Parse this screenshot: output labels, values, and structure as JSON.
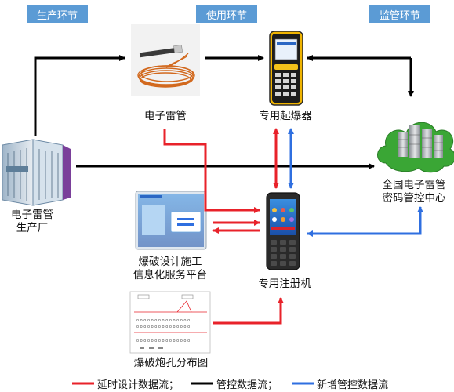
{
  "sections": {
    "production": "生产环节",
    "usage": "使用环节",
    "supervision": "监管环节"
  },
  "nodes": {
    "factory": {
      "line1": "电子雷管",
      "line2": "生产厂"
    },
    "detonator": {
      "label": "电子雷管"
    },
    "exploder": {
      "label": "专用起爆器"
    },
    "center": {
      "line1": "全国电子雷管",
      "line2": "密码管控中心"
    },
    "platform": {
      "line1": "爆破设计施工",
      "line2": "信息化服务平台"
    },
    "registrar": {
      "label": "专用注册机"
    },
    "holemap": {
      "label": "爆破炮孔分布图"
    }
  },
  "legend": {
    "red": "延时设计数据流；",
    "black": "管控数据流；",
    "blue": "新增管控数据流"
  },
  "colors": {
    "red": "#e8222a",
    "black": "#000000",
    "blue": "#2f6fe0",
    "section_bg": "#5b9bd5"
  }
}
